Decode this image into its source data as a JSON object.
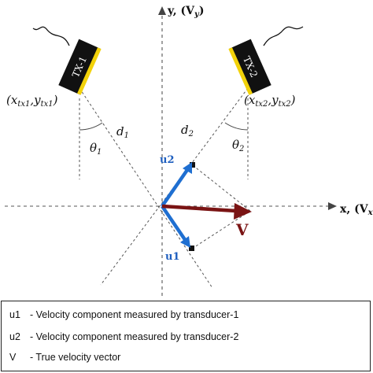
{
  "axes": {
    "y_label": "y, (V",
    "y_sub": "y",
    "x_label": "x, (V",
    "x_sub": "x"
  },
  "transducers": {
    "tx1": {
      "label": "TX-1",
      "coord_x": "x",
      "coord_x_sub": "tx1",
      "coord_y": "y",
      "coord_y_sub": "tx1"
    },
    "tx2": {
      "label": "TX-2",
      "coord_x": "x",
      "coord_x_sub": "tx2",
      "coord_y": "y",
      "coord_y_sub": "tx2"
    }
  },
  "annotations": {
    "d1": "d",
    "d1_sub": "1",
    "d2": "d",
    "d2_sub": "2",
    "theta1": "θ",
    "theta1_sub": "1",
    "theta2": "θ",
    "theta2_sub": "2"
  },
  "vectors": {
    "u1": "u1",
    "u2": "u2",
    "v": "V"
  },
  "colors": {
    "u_vectors": "#1f6fd1",
    "u_labels": "#1f5fbf",
    "v_vector": "#7a1414",
    "transducer_body": "#111111",
    "transducer_face": "#f2d20a"
  },
  "legend": [
    {
      "key": "u1",
      "desc": "- Velocity component measured by transducer-1"
    },
    {
      "key": "u2",
      "desc": "- Velocity component measured by transducer-2"
    },
    {
      "key": "V",
      "desc": "- True velocity vector"
    }
  ]
}
